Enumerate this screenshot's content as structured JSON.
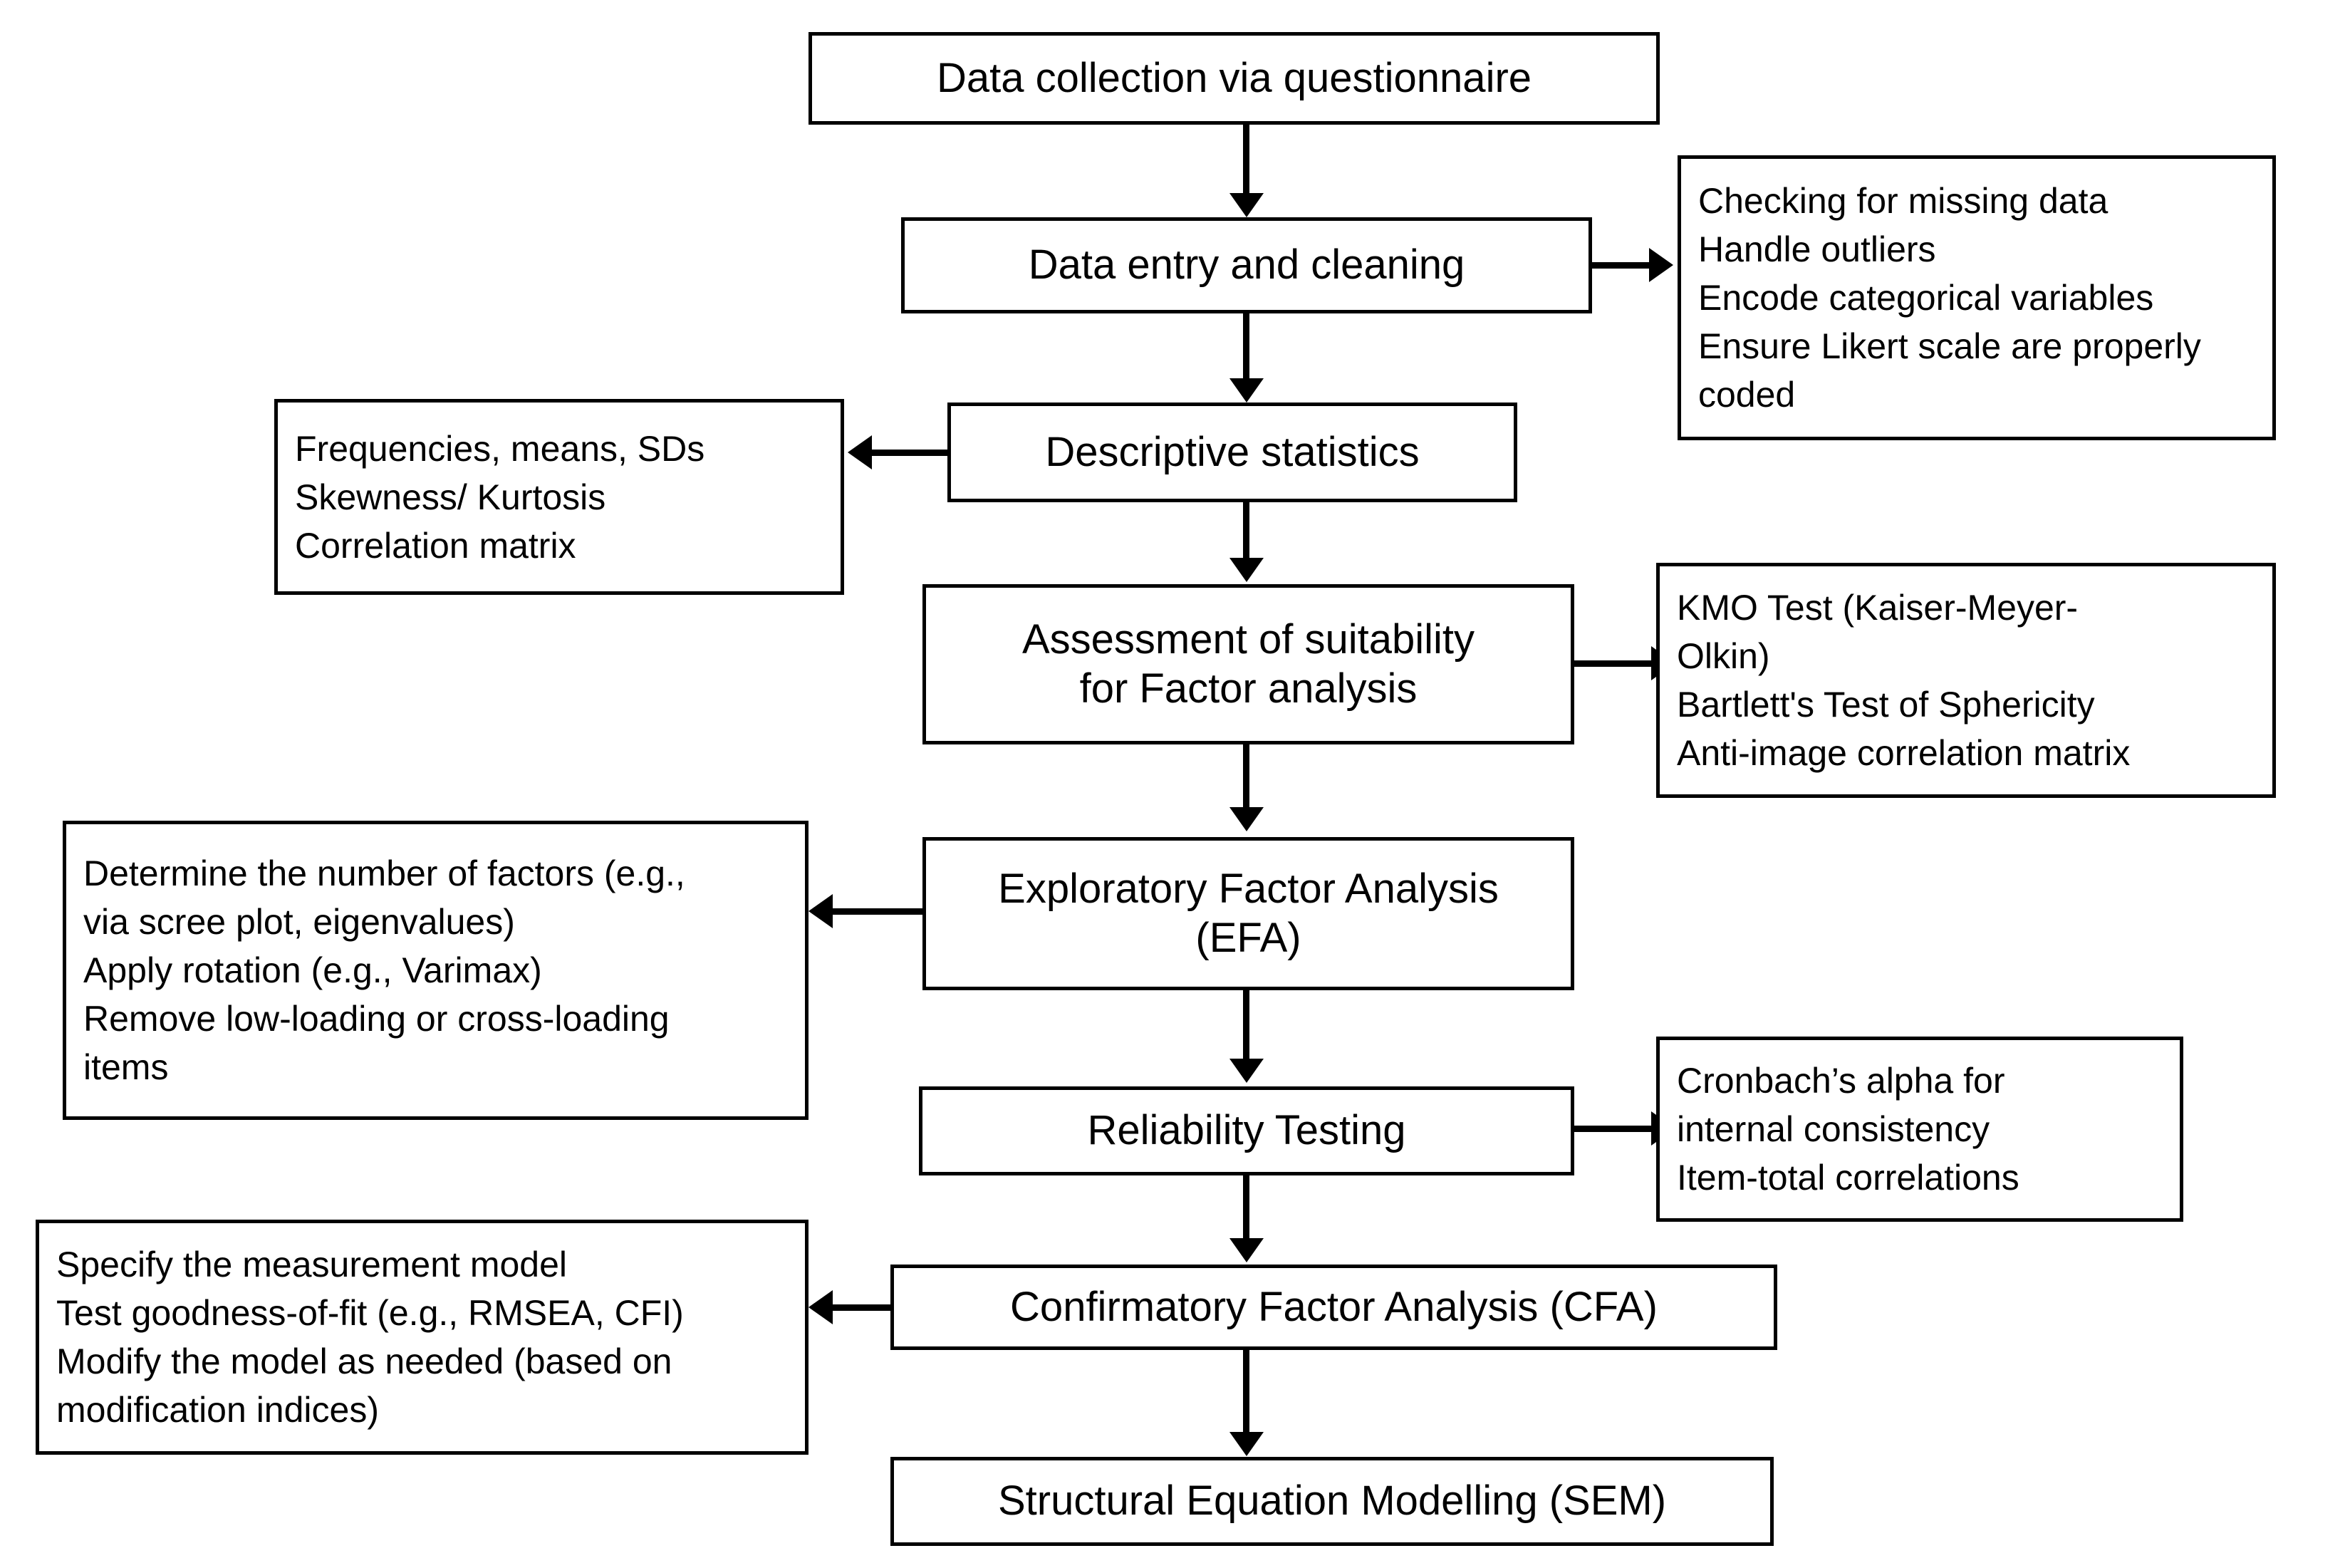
{
  "diagram": {
    "title": "Questionnaire data analysis workflow flowchart",
    "line_color": "#000000",
    "background_color": "#ffffff",
    "text_color": "#000000"
  },
  "nodes": {
    "data_collection": "Data collection via questionnaire",
    "data_entry": "Data entry and cleaning",
    "descriptive_statistics": "Descriptive statistics",
    "assessment_suitability": "Assessment of suitability\nfor Factor analysis",
    "efa": "Exploratory Factor Analysis\n(EFA)",
    "reliability_testing": "Reliability Testing",
    "cfa": "Confirmatory Factor Analysis (CFA)",
    "sem": "Structural Equation Modelling (SEM)"
  },
  "notes": {
    "data_entry_note": "Checking for missing data\nHandle outliers\nEncode categorical variables\nEnsure Likert scale are properly\ncoded",
    "descriptive_note": "Frequencies, means, SDs\nSkewness/ Kurtosis\nCorrelation matrix",
    "suitability_note": "KMO Test (Kaiser-Meyer-\nOlkin)\nBartlett's Test of Sphericity\nAnti-image correlation matrix",
    "efa_note": "Determine the number of factors (e.g.,\nvia scree plot, eigenvalues)\nApply rotation (e.g.,  Varimax)\nRemove low-loading or cross-loading\nitems",
    "reliability_note": "Cronbach’s alpha for\ninternal consistency\nItem-total correlations",
    "cfa_note": "Specify the measurement model\nTest goodness-of-fit (e.g.,  RMSEA, CFI)\n Modify the model as needed (based on\nmodification indices)"
  },
  "chart_data": {
    "type": "diagram",
    "subtype": "flowchart",
    "orientation": "top-to-bottom",
    "steps": [
      {
        "id": "data_collection",
        "label": "Data collection via questionnaire",
        "notes": []
      },
      {
        "id": "data_entry",
        "label": "Data entry and cleaning",
        "notes": [
          "Checking for missing data",
          "Handle outliers",
          "Encode categorical variables",
          "Ensure Likert scale are properly coded"
        ],
        "note_side": "right"
      },
      {
        "id": "descriptive_statistics",
        "label": "Descriptive statistics",
        "notes": [
          "Frequencies, means, SDs",
          "Skewness/ Kurtosis",
          "Correlation matrix"
        ],
        "note_side": "left"
      },
      {
        "id": "assessment_suitability",
        "label": "Assessment of suitability for Factor analysis",
        "notes": [
          "KMO Test (Kaiser-Meyer-Olkin)",
          "Bartlett's Test of Sphericity",
          "Anti-image correlation matrix"
        ],
        "note_side": "right"
      },
      {
        "id": "efa",
        "label": "Exploratory Factor Analysis (EFA)",
        "notes": [
          "Determine the number of factors (e.g., via scree plot, eigenvalues)",
          "Apply rotation (e.g., Varimax)",
          "Remove low-loading or cross-loading items"
        ],
        "note_side": "left"
      },
      {
        "id": "reliability_testing",
        "label": "Reliability Testing",
        "notes": [
          "Cronbach’s alpha for internal consistency",
          "Item-total correlations"
        ],
        "note_side": "right"
      },
      {
        "id": "cfa",
        "label": "Confirmatory Factor Analysis (CFA)",
        "notes": [
          "Specify the measurement model",
          "Test goodness-of-fit (e.g., RMSEA, CFI)",
          "Modify the model as needed (based on modification indices)"
        ],
        "note_side": "left"
      },
      {
        "id": "sem",
        "label": "Structural Equation Modelling (SEM)",
        "notes": []
      }
    ],
    "edges": [
      {
        "from": "data_collection",
        "to": "data_entry",
        "type": "down"
      },
      {
        "from": "data_entry",
        "to": "data_entry_note",
        "type": "right"
      },
      {
        "from": "data_entry",
        "to": "descriptive_statistics",
        "type": "down"
      },
      {
        "from": "descriptive_statistics",
        "to": "descriptive_note",
        "type": "left"
      },
      {
        "from": "descriptive_statistics",
        "to": "assessment_suitability",
        "type": "down"
      },
      {
        "from": "assessment_suitability",
        "to": "suitability_note",
        "type": "right"
      },
      {
        "from": "assessment_suitability",
        "to": "efa",
        "type": "down"
      },
      {
        "from": "efa",
        "to": "efa_note",
        "type": "left"
      },
      {
        "from": "efa",
        "to": "reliability_testing",
        "type": "down"
      },
      {
        "from": "reliability_testing",
        "to": "reliability_note",
        "type": "right"
      },
      {
        "from": "reliability_testing",
        "to": "cfa",
        "type": "down"
      },
      {
        "from": "cfa",
        "to": "cfa_note",
        "type": "left"
      },
      {
        "from": "cfa",
        "to": "sem",
        "type": "down"
      }
    ]
  }
}
